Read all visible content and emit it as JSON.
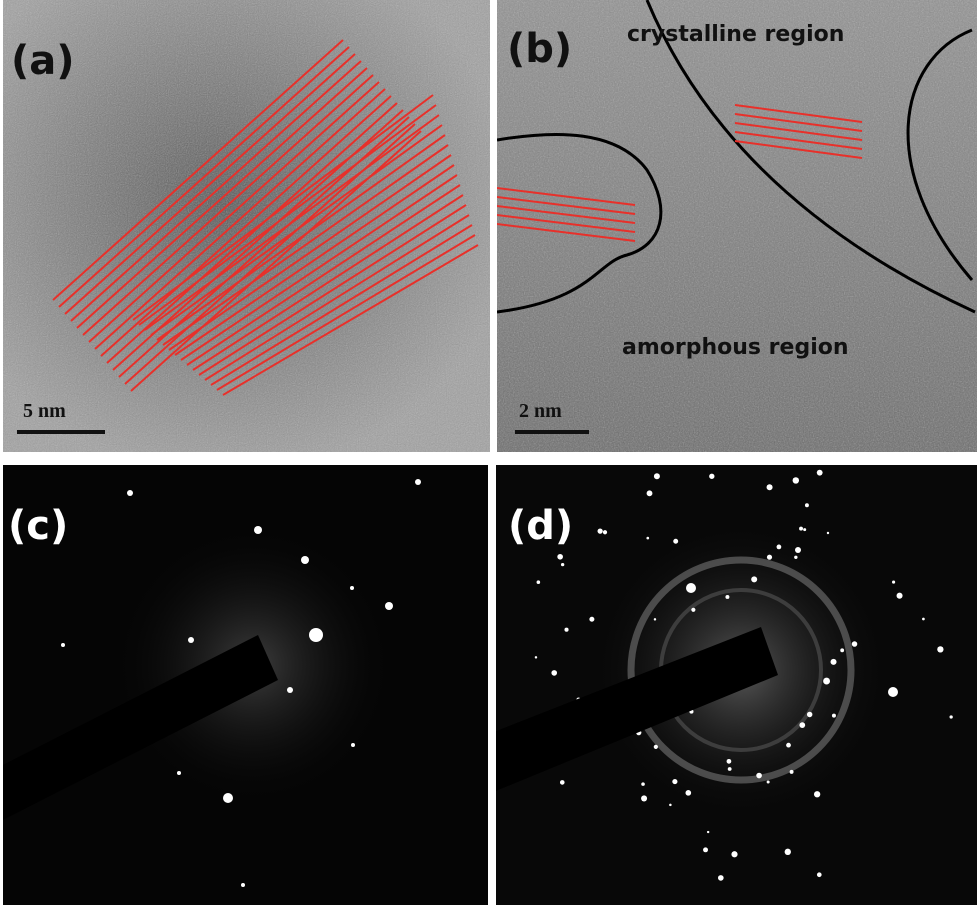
{
  "panels": {
    "a": {
      "label": "(a)",
      "scale_bar": "5 nm"
    },
    "b": {
      "label": "(b)",
      "scale_bar": "2 nm",
      "crystalline_label": "crystalline region",
      "amorphous_label": "amorphous region"
    },
    "c": {
      "label": "(c)"
    },
    "d": {
      "label": "(d)"
    }
  },
  "colors": {
    "lattice_lines": "#e8302a",
    "boundary": "#000000"
  }
}
